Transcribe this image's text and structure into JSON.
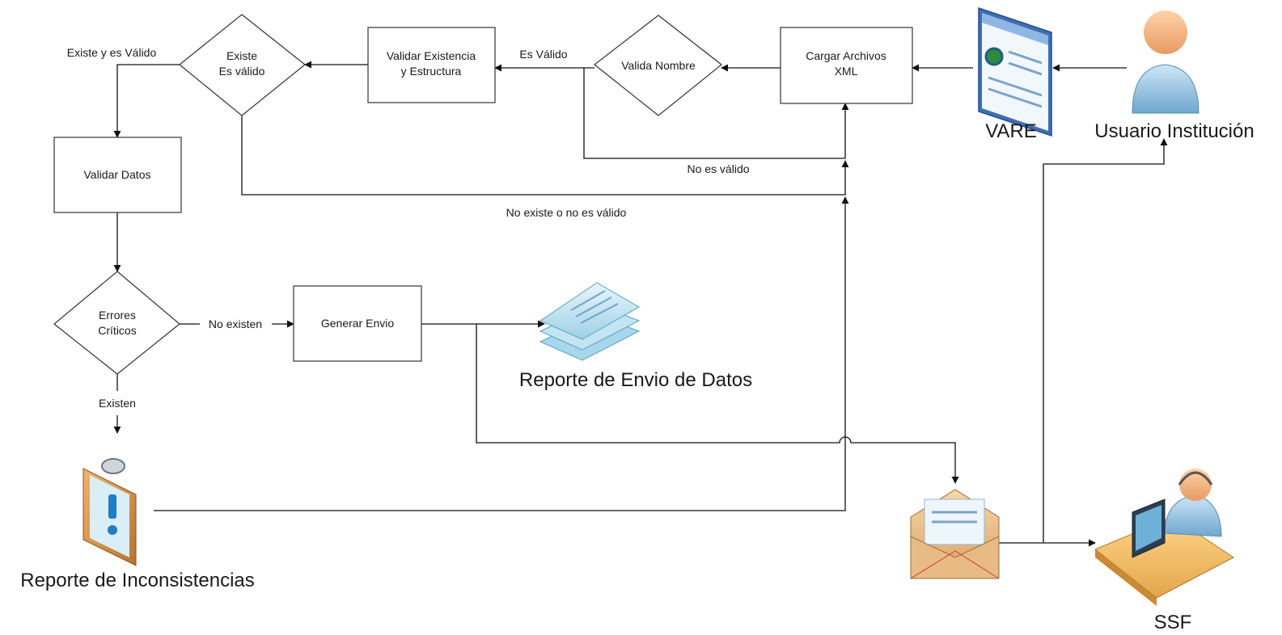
{
  "nodes": {
    "existe_valido": [
      "Existe",
      "Es válido"
    ],
    "validar_existencia": [
      "Validar Existencia",
      "y Estructura"
    ],
    "valida_nombre": [
      "Valida Nombre"
    ],
    "cargar_archivos": [
      "Cargar Archivos",
      "XML"
    ],
    "validar_datos": [
      "Validar Datos"
    ],
    "errores_criticos": [
      "Errores",
      "Críticos"
    ],
    "generar_envio": [
      "Generar Envio"
    ]
  },
  "actors": {
    "vare": "VARE",
    "usuario": "Usuario Institución",
    "ssf": "SSF",
    "reporte_envio": "Reporte de Envio de Datos",
    "reporte_inconsistencias": "Reporte de Inconsistencias"
  },
  "edge_labels": {
    "existe_y_valido": "Existe y es Válido",
    "es_valido": "Es Válido",
    "no_es_valido": "No es válido",
    "no_existe": "No existe o no es válido",
    "no_existen": "No existen",
    "existen": "Existen"
  },
  "icons": {
    "vare": "browser-window-icon",
    "usuario": "user-icon",
    "ssf": "support-operator-icon",
    "reporte_envio": "document-stack-icon",
    "reporte_inconsistencias": "clipboard-alert-icon",
    "correo": "envelope-icon"
  }
}
